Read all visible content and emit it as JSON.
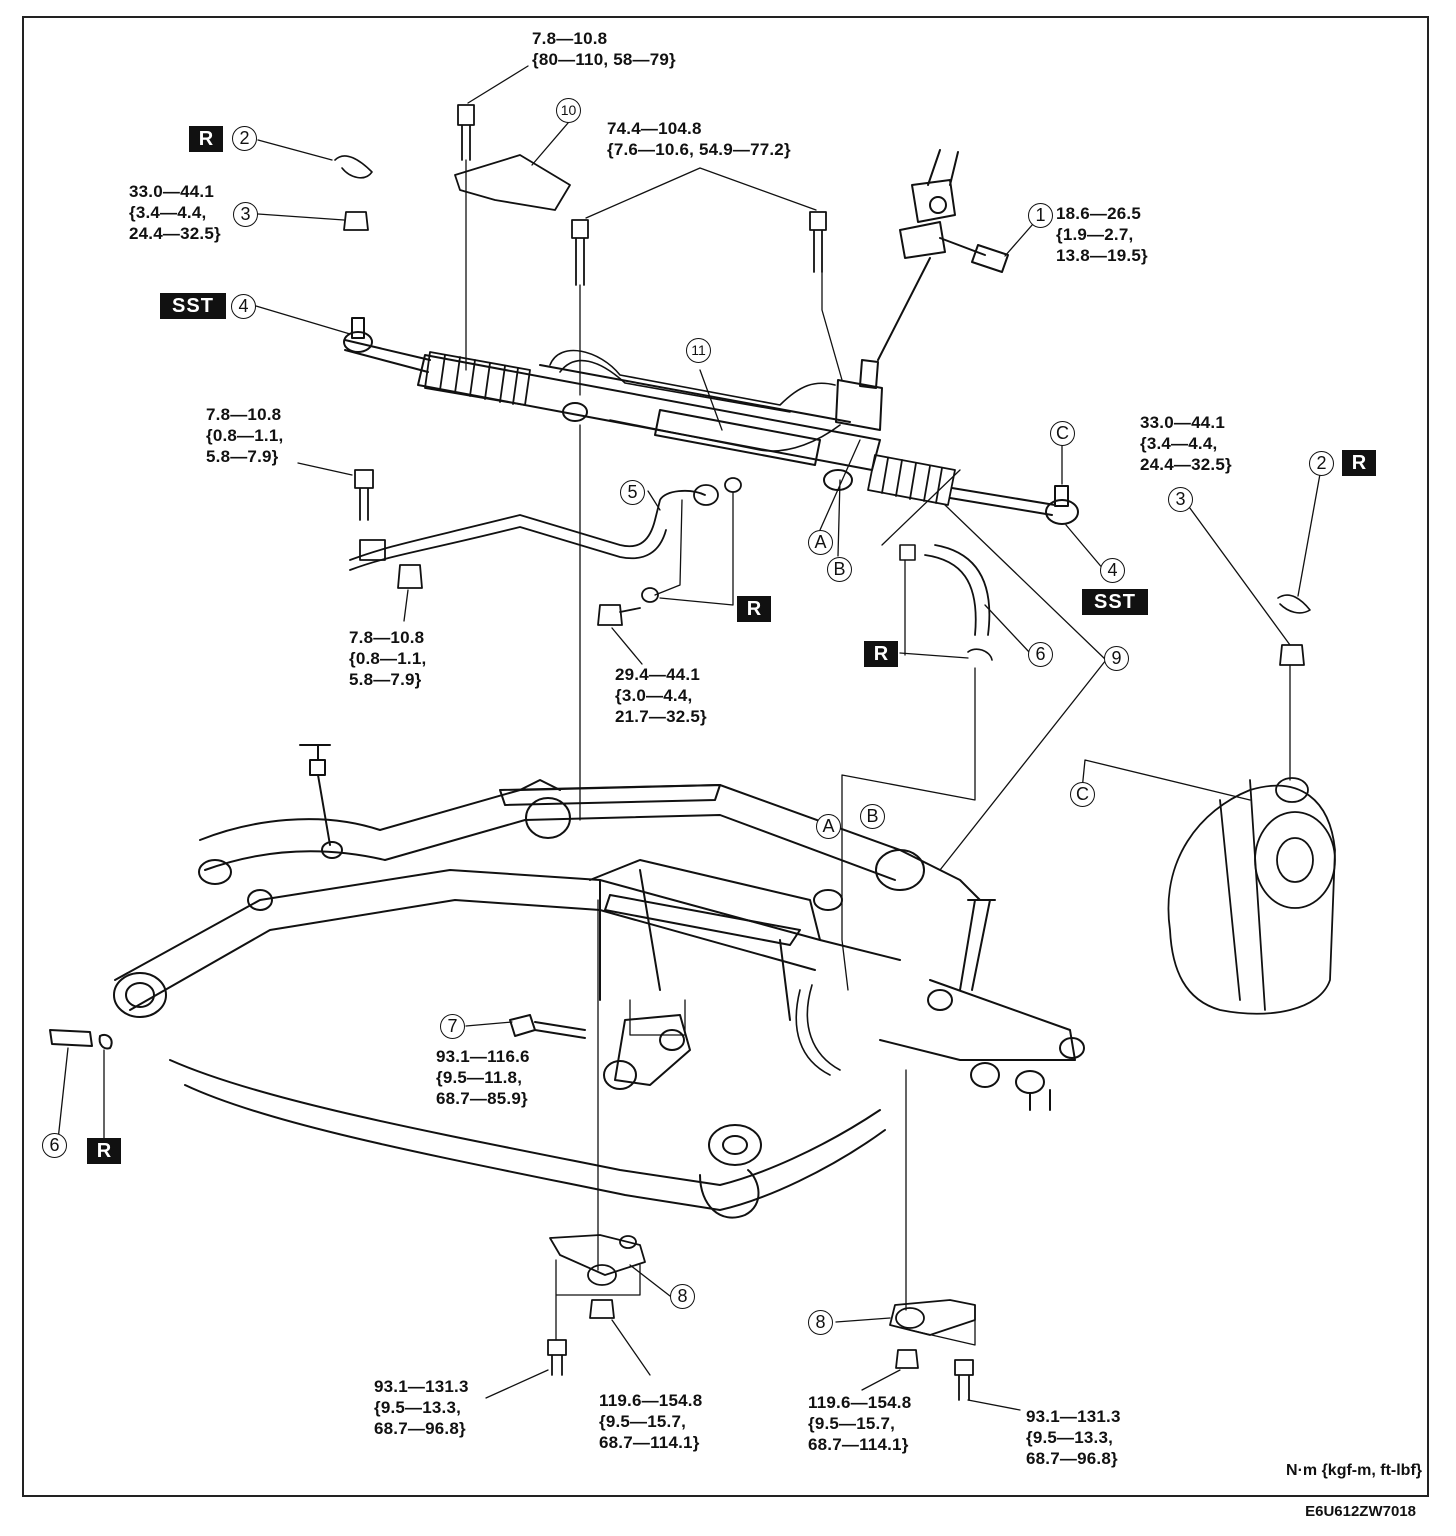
{
  "torque_labels": {
    "shield_bolt": [
      "7.8—10.8",
      "{80—110, 58—79}"
    ],
    "bracket_bolts_top": [
      "74.4—104.8",
      "{7.6—10.6, 54.9—77.2}"
    ],
    "tie_rod_nut_left": [
      "33.0—44.1",
      "{3.4—4.4,",
      "24.4—32.5}"
    ],
    "column_joint_bolt": [
      "18.6—26.5",
      "{1.9—2.7,",
      "13.8—19.5}"
    ],
    "tie_rod_nut_right": [
      "33.0—44.1",
      "{3.4—4.4,",
      "24.4—32.5}"
    ],
    "pipe_bolt_upper": [
      "7.8—10.8",
      "{0.8—1.1,",
      "5.8—7.9}"
    ],
    "pipe_bolt_lower": [
      "7.8—10.8",
      "{0.8—1.1,",
      "5.8—7.9}"
    ],
    "union_bolt": [
      "29.4—44.1",
      "{3.0—4.4,",
      "21.7—32.5}"
    ],
    "mount_bolt_7": [
      "93.1—116.6",
      "{9.5—11.8,",
      "68.7—85.9}"
    ],
    "bolt_8_left": [
      "93.1—131.3",
      "{9.5—13.3,",
      "68.7—96.8}"
    ],
    "nut_8_left": [
      "119.6—154.8",
      "{9.5—15.7,",
      "68.7—114.1}"
    ],
    "nut_8_right": [
      "119.6—154.8",
      "{9.5—15.7,",
      "68.7—114.1}"
    ],
    "bolt_8_right": [
      "93.1—131.3",
      "{9.5—13.3,",
      "68.7—96.8}"
    ]
  },
  "callouts": {
    "n1": "1",
    "n2a": "2",
    "n2b": "2",
    "n3a": "3",
    "n3b": "3",
    "n4a": "4",
    "n4b": "4",
    "n5": "5",
    "n6a": "6",
    "n6b": "6",
    "n7": "7",
    "n8a": "8",
    "n8b": "8",
    "n9": "9",
    "n10": "10",
    "n11": "11",
    "A1": "A",
    "A2": "A",
    "B1": "B",
    "B2": "B",
    "C1": "C",
    "C2": "C"
  },
  "tags": {
    "replace": "R",
    "special_tool": "SST"
  },
  "units": "N·m {kgf-m, ft-lbf}",
  "doc_id": "E6U612ZW7018"
}
